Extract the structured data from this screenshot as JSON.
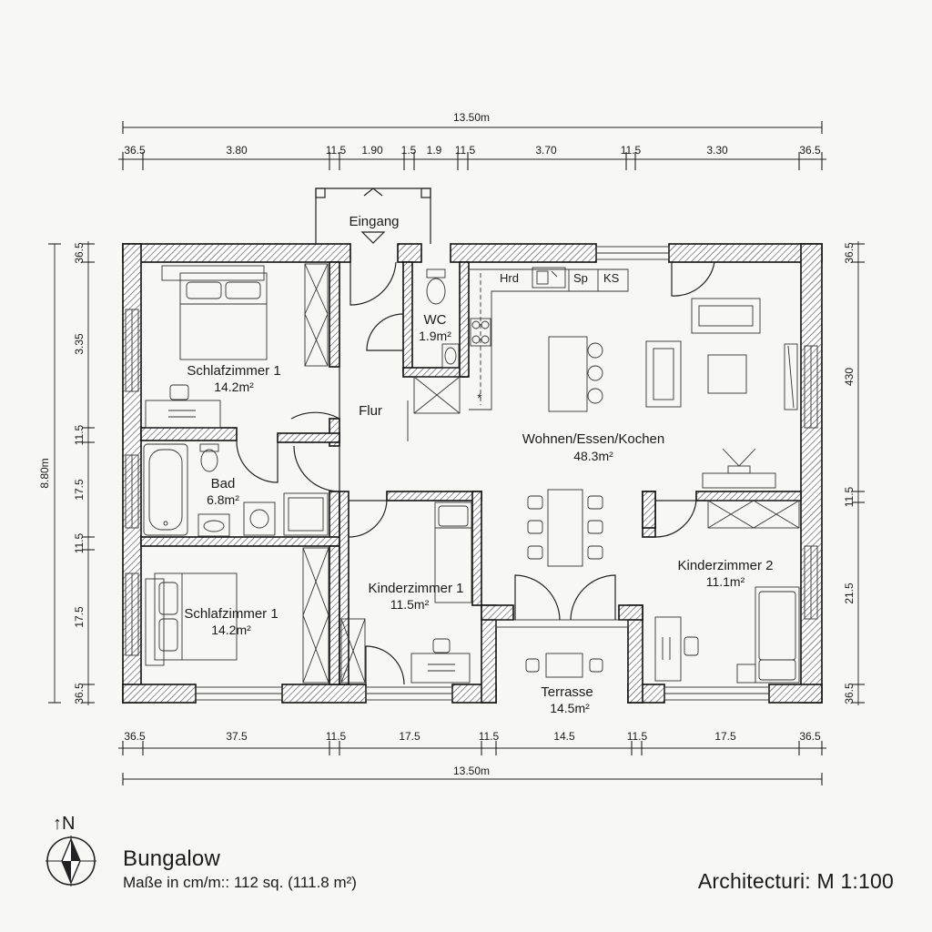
{
  "dimensions": {
    "overall_top": "13.50m",
    "overall_bottom": "13.50m",
    "overall_left": "8.80m",
    "top_segments": [
      "36.5",
      "3.80",
      "11.5",
      "1.90",
      "1.5",
      "1.9",
      "11.5",
      "3.70",
      "11.5",
      "3.30",
      "36.5"
    ],
    "bottom_segments": [
      "36.5",
      "37.5",
      "11.5",
      "17.5",
      "11.5",
      "14.5",
      "11.5",
      "17.5",
      "36.5"
    ],
    "left_segments": [
      "36.5",
      "3.35",
      "11.5",
      "17.5",
      "11.5",
      "17.5",
      "36.5"
    ],
    "right_segments": [
      "36.5",
      "430",
      "11.5",
      "21.5",
      "36.5"
    ]
  },
  "rooms": {
    "eingang": "Eingang",
    "schlafzimmer_top": {
      "name": "Schlafzimmer 1",
      "area": "14.2m²"
    },
    "flur": "Flur",
    "wc": {
      "name": "WC",
      "area": "1.9m²"
    },
    "wohnen": {
      "name": "Wohnen/Essen/Kochen",
      "area": "48.3m²"
    },
    "bad": {
      "name": "Bad",
      "area": "6.8m²"
    },
    "schlafzimmer_bottom": {
      "name": "Schlafzimmer 1",
      "area": "14.2m²"
    },
    "kinderzimmer1": {
      "name": "Kinderzimmer 1",
      "area": "11.5m²"
    },
    "kinderzimmer2": {
      "name": "Kinderzimmer 2",
      "area": "11.1m²"
    },
    "terrasse": {
      "name": "Terrasse",
      "area": "14.5m²"
    }
  },
  "kitchen_labels": {
    "hrd": "Hrd",
    "sp": "Sp",
    "ks": "KS"
  },
  "north_label": "↑N",
  "title": "Bungalow",
  "subtitle": "Maße in cm/m:: 112 sq.  (111.8 m²)",
  "scale_note": "Architecturi:  M 1:100"
}
